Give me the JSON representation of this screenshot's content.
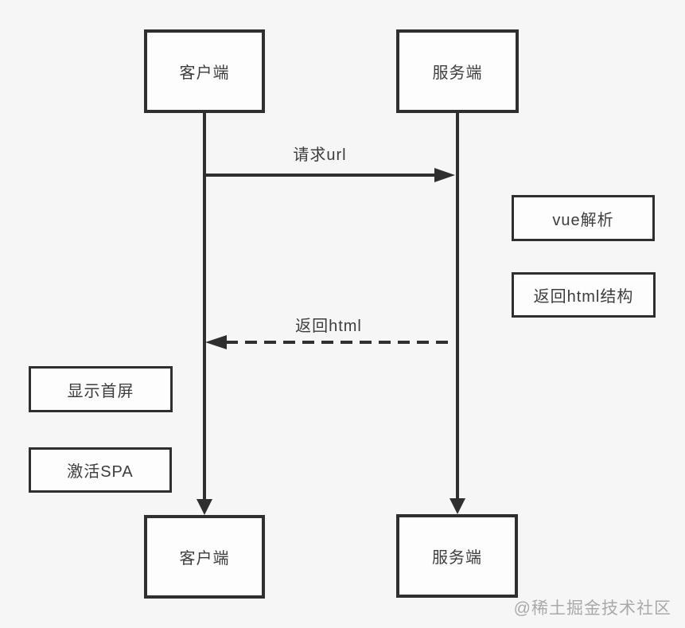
{
  "diagram": {
    "title_hint": "vue-ssr-sequence-diagram",
    "boxes": {
      "client_top": "客户端",
      "server_top": "服务端",
      "vue_parse": "vue解析",
      "return_html_structure": "返回html结构",
      "show_first_screen": "显示首屏",
      "activate_spa": "激活SPA",
      "client_bottom": "客户端",
      "server_bottom": "服务端"
    },
    "arrows": {
      "request_url": "请求url",
      "return_html": "返回html"
    },
    "colors": {
      "background": "#f6f6f6",
      "stroke": "#2f2f2f",
      "box_fill": "#fdfdfd",
      "text": "#3d3d3d",
      "watermark": "#a9a9a9"
    },
    "watermark": "@稀土掘金技术社区"
  }
}
